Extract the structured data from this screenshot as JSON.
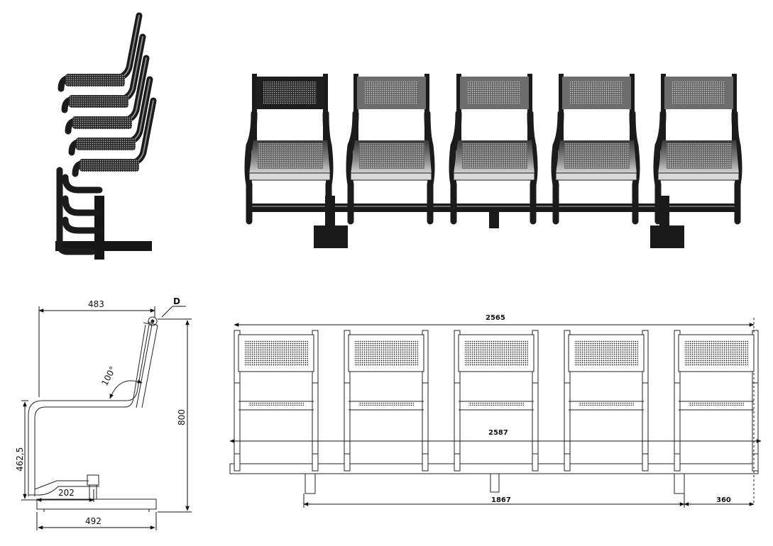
{
  "drawing": {
    "side_view": {
      "top_width": "483",
      "detail_label": "D",
      "angle": "100°",
      "height": "800",
      "seat_height": "462,5",
      "offset": "202",
      "base_width": "492"
    },
    "front_view": {
      "overall_top": "2565",
      "overall_seat": "2587",
      "leg_spacing": "1867",
      "end_offset": "360"
    }
  },
  "colors": {
    "metal_dark": "#1b1b1b",
    "mesh": "#7d7d7d",
    "line": "#111111"
  }
}
